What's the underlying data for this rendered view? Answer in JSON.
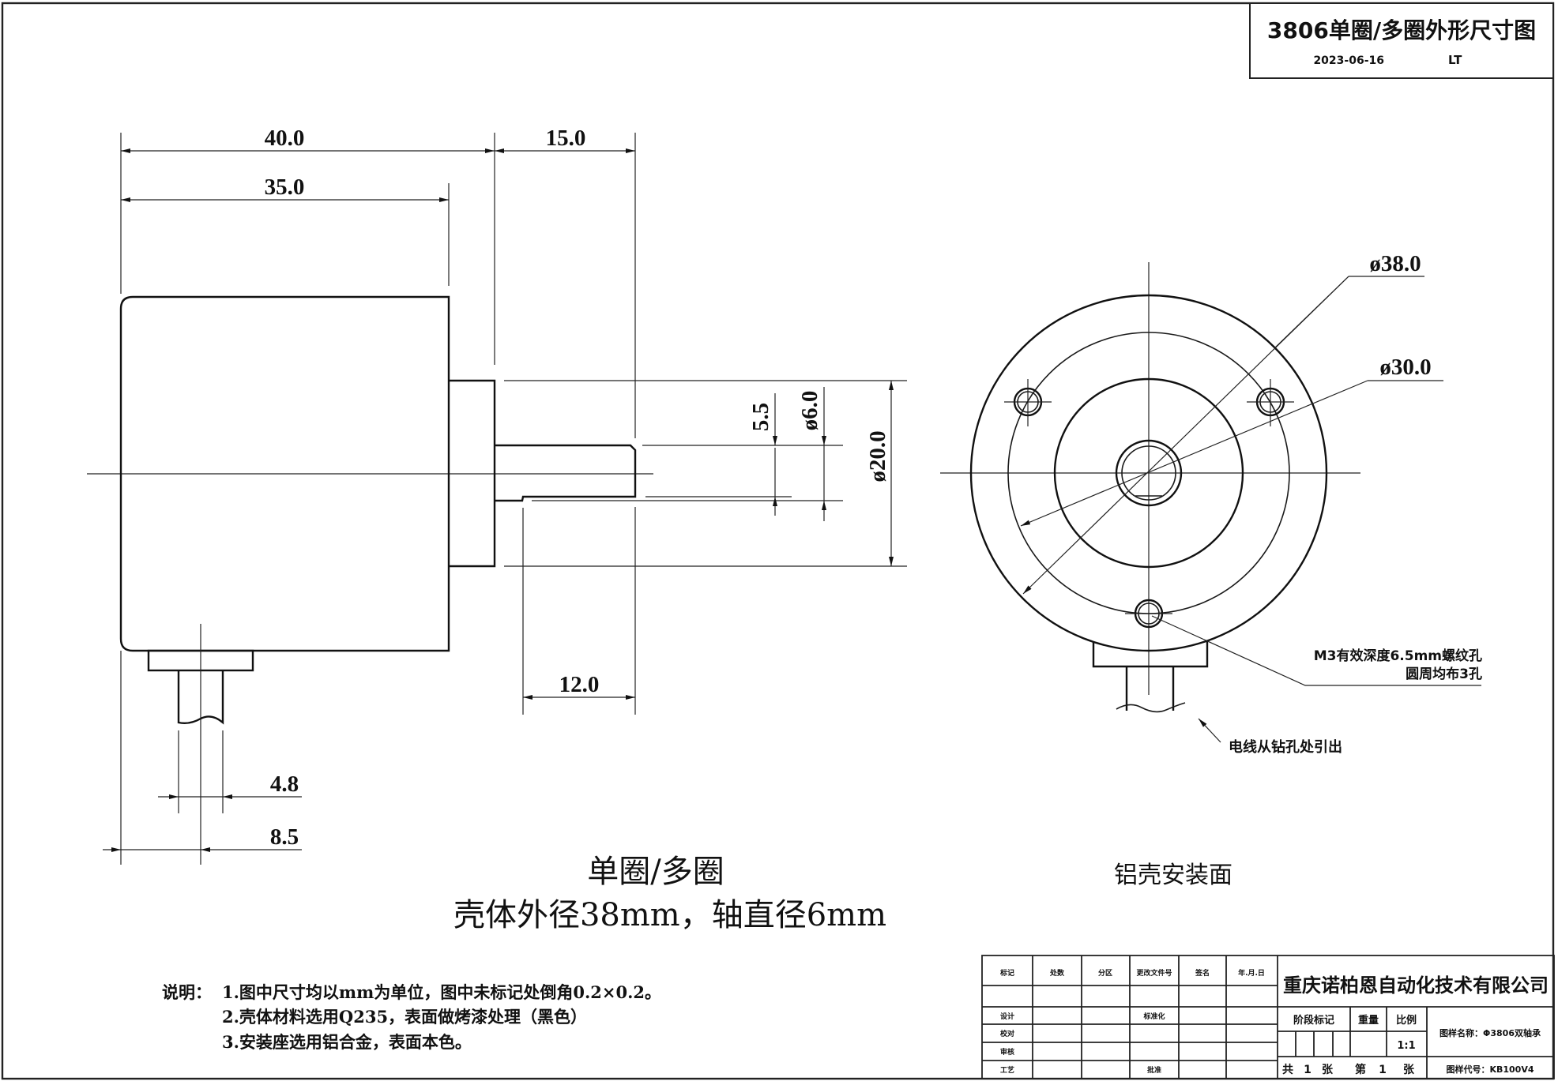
{
  "header": {
    "title": "3806单圈/多圈外形尺寸图",
    "date": "2023-06-16",
    "author": "LT"
  },
  "side_view": {
    "dimensions": {
      "overall_length": "40.0",
      "body_length": "35.0",
      "shaft_length": "15.0",
      "shaft_flat_length": "12.0",
      "shaft_flat_height": "5.5",
      "shaft_diameter": "ø6.0",
      "boss_diameter": "ø20.0",
      "cable_diameter": "4.8",
      "cable_offset": "8.5"
    },
    "caption_line1": "单圈/多圈",
    "caption_line2": "壳体外径38mm，轴直径6mm"
  },
  "front_view": {
    "dimensions": {
      "outer_diameter": "ø38.0",
      "hole_circle_diameter": "ø30.0"
    },
    "hole_note_line1": "M3有效深度6.5mm螺纹孔",
    "hole_note_line2": "圆周均布3孔",
    "wire_note": "电线从钻孔处引出",
    "caption": "铝壳安装面"
  },
  "notes": {
    "prefix": "说明：",
    "items": [
      "1.图中尺寸均以mm为单位，图中未标记处倒角0.2×0.2。",
      "2.壳体材料选用Q235，表面做烤漆处理（黑色）",
      "3.安装座选用铝合金，表面本色。"
    ]
  },
  "title_block": {
    "revision_headers": [
      "标记",
      "处数",
      "分区",
      "更改文件号",
      "签名",
      "年.月.日"
    ],
    "roles": [
      "设计",
      "校对",
      "审核",
      "工艺"
    ],
    "standardization_label": "标准化",
    "approval_label": "批准",
    "company": "重庆诺柏恩自动化技术有限公司",
    "stage_label": "阶段标记",
    "weight_label": "重量",
    "scale_label": "比例",
    "scale_value": "1:1",
    "drawing_name": "图样名称：Φ3806双轴承",
    "sheet_total_label": "共",
    "sheet_total": "1",
    "sheet_unit": "张",
    "sheet_index_label": "第",
    "sheet_index": "1",
    "drawing_code": "图样代号：KB100V4"
  }
}
